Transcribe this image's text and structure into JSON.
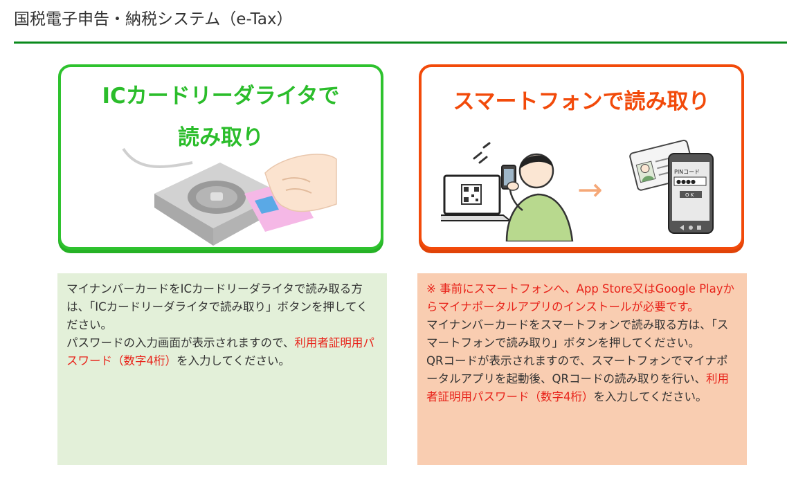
{
  "header": {
    "title": "国税電子申告・納税システム（e-Tax）"
  },
  "ic_card": {
    "title_line1": "ICカードリーダライタで",
    "title_line2": "読み取り",
    "accent_color": "#2ec22e",
    "desc_p1": "マイナンバーカードをICカードリーダライタで読み取る方は、「ICカードリーダライタで読み取り」ボタンを押してください。",
    "desc_p2_a": "パスワードの入力画面が表示されますので、",
    "desc_p2_red": "利用者証明用パスワード（数字4桁）",
    "desc_p2_b": "を入力してください。",
    "bg_color": "#e3f0d9"
  },
  "smartphone": {
    "title": "スマートフォンで読み取り",
    "accent_color": "#f24a0a",
    "arrow": "→",
    "pin_label": "PINコード",
    "pin_dots": "●●●●",
    "ok_label": "O K",
    "desc_note": "※ 事前にスマートフォンへ、App Store又はGoogle Playからマイナポータルアプリのインストールが必要です。",
    "desc_p1": "マイナンバーカードをスマートフォンで読み取る方は、「スマートフォンで読み取り」ボタンを押してください。",
    "desc_p2_a": "QRコードが表示されますので、スマートフォンでマイナポータルアプリを起動後、QRコードの読み取りを行い、",
    "desc_p2_red": "利用者証明用パスワード（数字4桁）",
    "desc_p2_b": "を入力してください。",
    "bg_color": "#f9cdb1"
  }
}
